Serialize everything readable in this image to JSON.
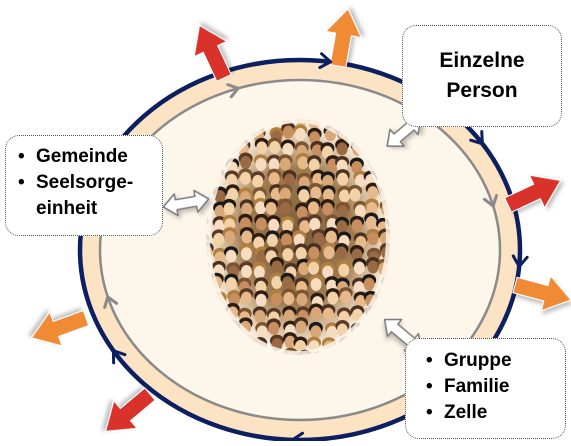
{
  "colors": {
    "ring_fill": "#fbe3c3",
    "inner_fill": "#fdf6ea",
    "outer_line": "#0c1f60",
    "inner_line": "#8a8a8a",
    "arrow_red": "#d9322a",
    "arrow_orange": "#f08a34",
    "box_border": "#555555"
  },
  "icons": {
    "outward": "red-orange-outward-arrow-icon",
    "exchange": "double-headed-white-arrow-icon",
    "flow": "circular-flow-arrowhead-icon",
    "crowd": "crowd-of-faces-mosaic"
  },
  "person_box": {
    "line1": "Einzelne",
    "line2": "Person"
  },
  "left_box": {
    "item1": "Gemeinde",
    "item2_line1": "Seelsorge-",
    "item2_line2": "einheit"
  },
  "right_box": {
    "item1": "Gruppe",
    "item2": "Familie",
    "item3": "Zelle"
  }
}
